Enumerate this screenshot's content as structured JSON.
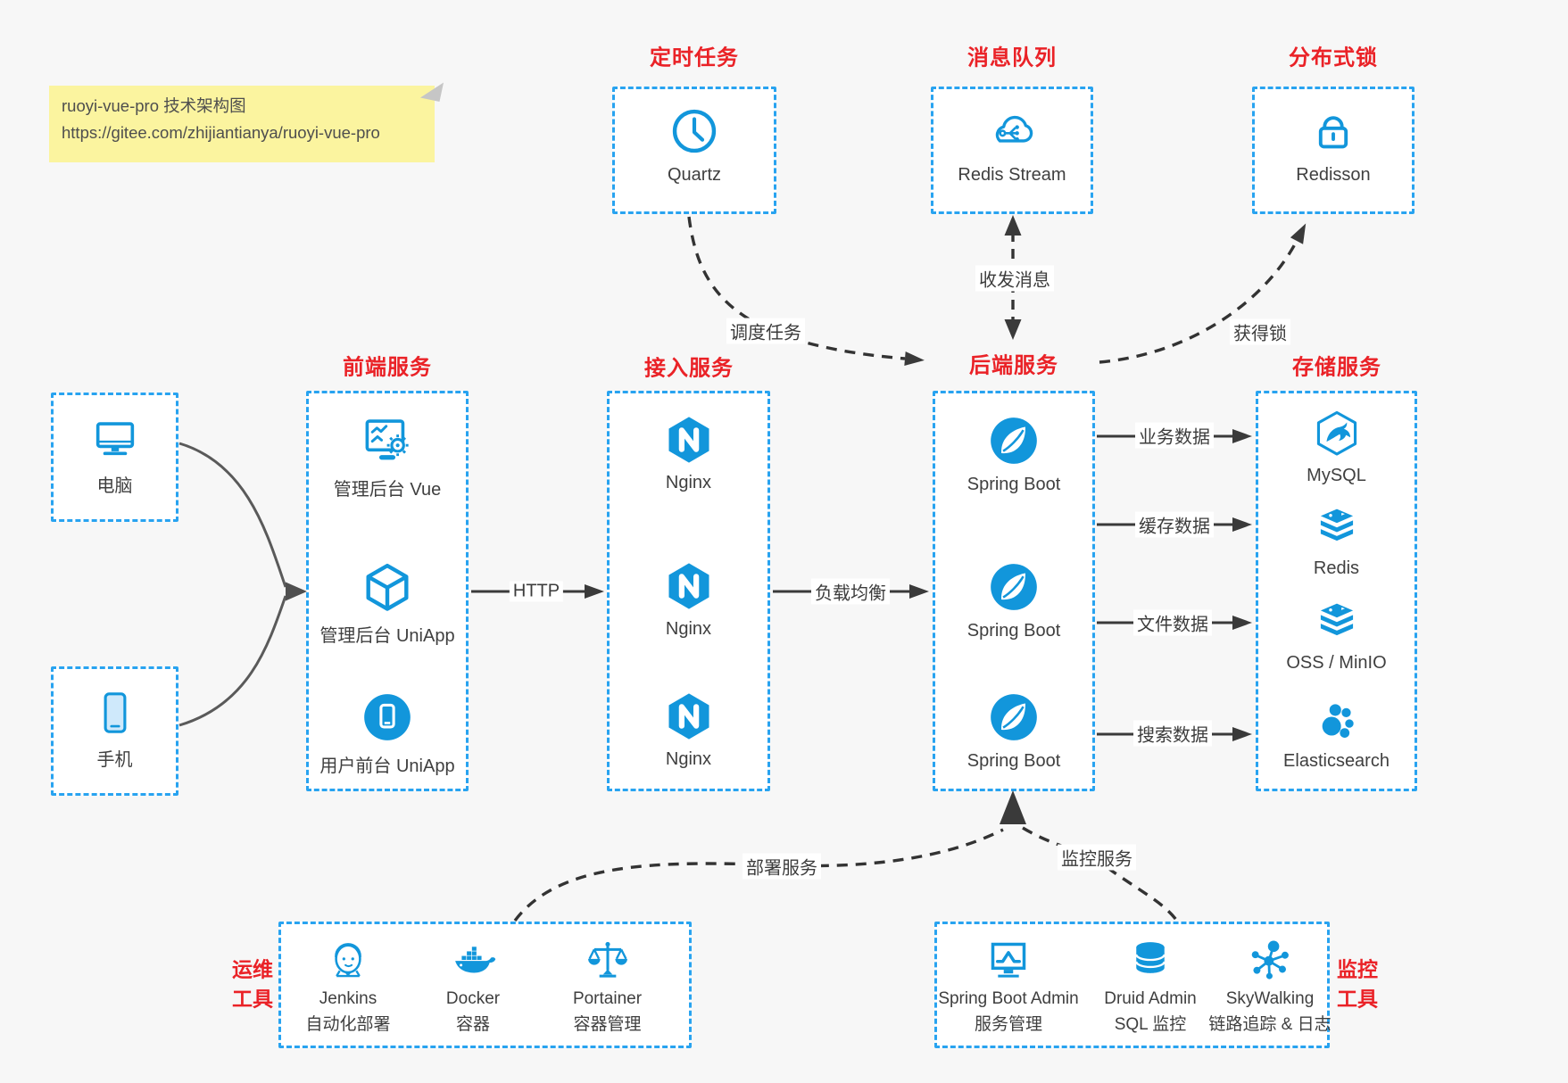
{
  "note": {
    "line1": "ruoyi-vue-pro 技术架构图",
    "line2": "https://gitee.com/zhijiantianya/ruoyi-vue-pro"
  },
  "colors": {
    "accent": "#1296db",
    "dashed_border": "#28a3f0",
    "title_red": "#ea2227",
    "arrow_dark": "#3a3a3a",
    "note_bg": "#fbf49f",
    "canvas_bg": "#f7f7f7"
  },
  "clients": {
    "computer": "电脑",
    "phone": "手机"
  },
  "groups": {
    "scheduled": {
      "title": "定时任务",
      "item": "Quartz"
    },
    "mq": {
      "title": "消息队列",
      "item": "Redis Stream"
    },
    "lock": {
      "title": "分布式锁",
      "item": "Redisson"
    },
    "frontend": {
      "title": "前端服务",
      "items": [
        "管理后台 Vue",
        "管理后台 UniApp",
        "用户前台 UniApp"
      ]
    },
    "gateway": {
      "title": "接入服务",
      "items": [
        "Nginx",
        "Nginx",
        "Nginx"
      ]
    },
    "backend": {
      "title": "后端服务",
      "items": [
        "Spring Boot",
        "Spring Boot",
        "Spring Boot"
      ]
    },
    "storage": {
      "title": "存储服务",
      "items": [
        "MySQL",
        "Redis",
        "OSS / MinIO",
        "Elasticsearch"
      ]
    },
    "ops": {
      "title_line1": "运维",
      "title_line2": "工具",
      "items": [
        {
          "name": "Jenkins",
          "desc": "自动化部署"
        },
        {
          "name": "Docker",
          "desc": "容器"
        },
        {
          "name": "Portainer",
          "desc": "容器管理"
        }
      ]
    },
    "monitor": {
      "title_line1": "监控",
      "title_line2": "工具",
      "items": [
        {
          "name": "Spring Boot Admin",
          "desc": "服务管理"
        },
        {
          "name": "Druid Admin",
          "desc": "SQL 监控"
        },
        {
          "name": "SkyWalking",
          "desc": "链路追踪 & 日志"
        }
      ]
    }
  },
  "edges": {
    "http": "HTTP",
    "load_balance": "负载均衡",
    "schedule": "调度任务",
    "messaging": "收发消息",
    "acquire_lock": "获得锁",
    "business_data": "业务数据",
    "cache_data": "缓存数据",
    "file_data": "文件数据",
    "search_data": "搜索数据",
    "deploy": "部署服务",
    "monitor": "监控服务"
  }
}
